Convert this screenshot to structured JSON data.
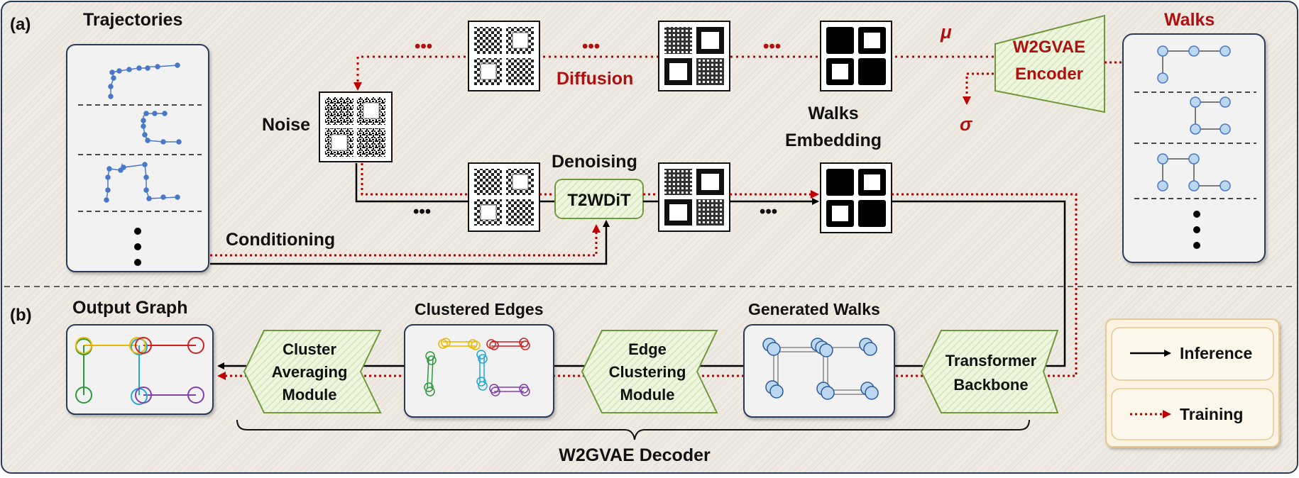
{
  "panel_labels": {
    "a": "(a)",
    "b": "(b)"
  },
  "top": {
    "trajectories_title": "Trajectories",
    "conditioning_label": "Conditioning",
    "noise_label": "Noise",
    "diffusion_label": "Diffusion",
    "denoising_label": "Denoising",
    "t2wdit_label": "T2WDiT",
    "walks_embedding_line1": "Walks",
    "walks_embedding_line2": "Embedding",
    "mu_symbol": "μ",
    "sigma_symbol": "σ",
    "encoder_line1": "W2GVAE",
    "encoder_line2": "Encoder",
    "walks_title": "Walks",
    "ellipsis": "•••"
  },
  "bottom": {
    "output_graph_title": "Output Graph",
    "clustered_edges_title": "Clustered Edges",
    "generated_walks_title": "Generated Walks",
    "cluster_averaging": [
      "Cluster",
      "Averaging",
      "Module"
    ],
    "edge_clustering": [
      "Edge",
      "Clustering",
      "Module"
    ],
    "transformer": [
      "Transformer",
      "Backbone"
    ],
    "decoder_label": "W2GVAE Decoder"
  },
  "legend": {
    "inference": "Inference",
    "training": "Training"
  },
  "colors": {
    "background": "#efebe4",
    "accent_red": "#b01010",
    "green_box_fill": "#e8f3d8",
    "green_box_stroke": "#6f9a3a",
    "node_blue": "#4a78c8",
    "node_fill_light": "#bcd7f0",
    "legend_fill": "#fdf3e2",
    "legend_stroke": "#e8c890"
  },
  "icons": [
    "arrow-right-icon",
    "dotted-arrow-icon",
    "dots-icon"
  ]
}
